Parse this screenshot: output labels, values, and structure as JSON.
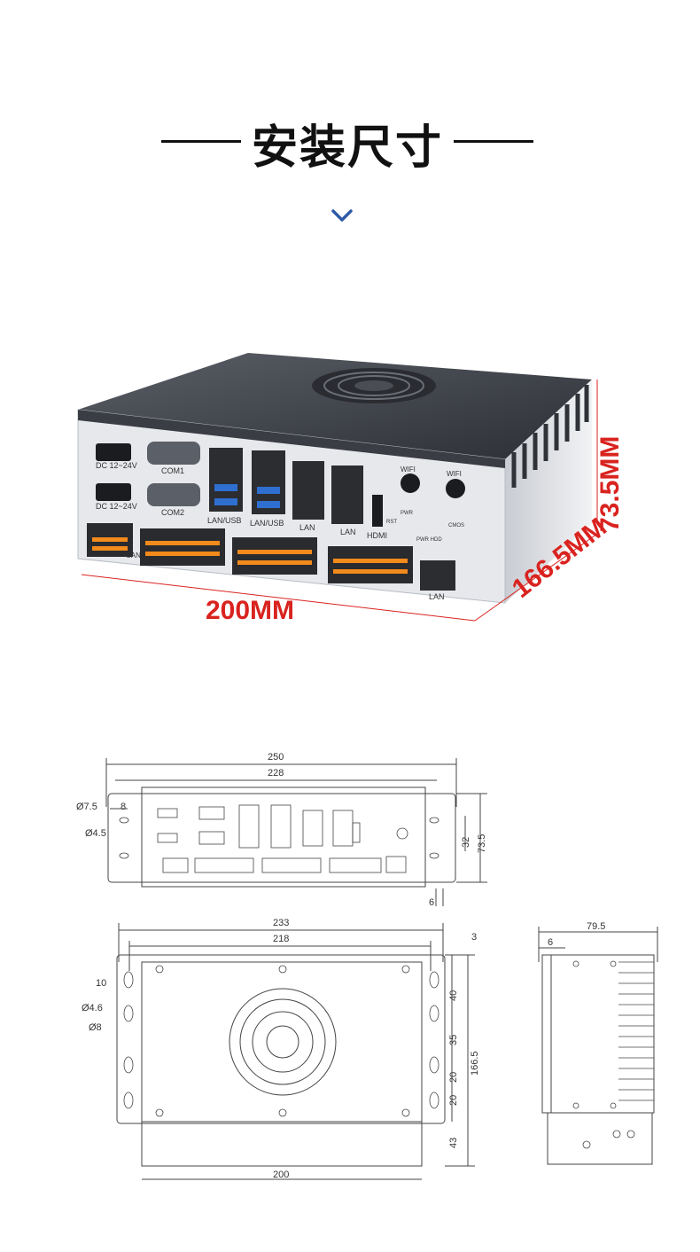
{
  "header": {
    "title": "安装尺寸"
  },
  "render": {
    "ports": {
      "dc1": "DC 12~24V",
      "dc2": "DC 12~24V",
      "com1": "COM1",
      "com2": "COM2",
      "lan_usb1": "LAN/USB",
      "lan_usb2": "LAN/USB",
      "lan1": "LAN",
      "lan2": "LAN",
      "hdmi": "HDMI",
      "wifi1": "WIFI",
      "wifi2": "WIFI",
      "pwr": "PWR",
      "rst": "RST",
      "pwr_hdd": "PWR HDD",
      "cmos": "CMOS",
      "lan3": "LAN",
      "can": "CAN"
    },
    "dimensions": {
      "width": "200MM",
      "height": "73.5MM",
      "depth": "166.5MM"
    }
  },
  "front_view": {
    "dims": {
      "overall": "250",
      "hole_span": "228",
      "slot_dia": "Ø7.5",
      "slot_offset": "8",
      "hole_dia": "Ø4.5",
      "inner_height": "32",
      "total_height": "73.5",
      "flange": "6"
    }
  },
  "top_view": {
    "dims": {
      "overall": "233",
      "hole_span": "218",
      "edge": "3",
      "offset": "10",
      "hole_dia": "Ø4.6",
      "slot_dia": "Ø8",
      "pitch1": "40",
      "pitch2": "35",
      "pitch3": "20",
      "pitch4": "20",
      "bottom": "43",
      "depth": "166.5",
      "width": "200"
    }
  },
  "side_view": {
    "dims": {
      "overall": "79.5",
      "flange": "6"
    }
  },
  "colors": {
    "accent_red": "#d9231f",
    "chevron_blue": "#2f5aa8",
    "chassis_gray": "#e6e8ec",
    "chassis_dark": "#3a3d44"
  }
}
